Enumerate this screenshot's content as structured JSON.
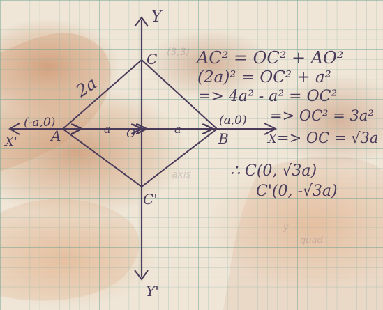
{
  "colors": {
    "paper": "#efe6d8",
    "grid_minor": "#86b5a3",
    "grid_major": "#5f9683",
    "ink": "#4a3b5a",
    "stain_dark": "#c88b63",
    "stain_light": "#e5b38b"
  },
  "diagram": {
    "axis_labels": {
      "y": "Y",
      "y_prime": "Y'",
      "x_prime": "X'",
      "x": "X"
    },
    "points": {
      "c": "C",
      "c_prime": "C'",
      "a": "A",
      "b": "B",
      "o": "O"
    },
    "coords": {
      "a": "(-a,0)",
      "b": "(a,0)"
    },
    "segment_labels": {
      "ac": "2a",
      "oa": "a",
      "ob": "a"
    }
  },
  "work": {
    "lines": [
      "AC² = OC² + AO²",
      "(2a)² = OC² + a²",
      "=> 4a² - a² = OC²",
      "=> OC² = 3a²",
      "=> OC = √3a",
      "∴ C(0, √3a)",
      "C'(0, -√3a)"
    ]
  }
}
